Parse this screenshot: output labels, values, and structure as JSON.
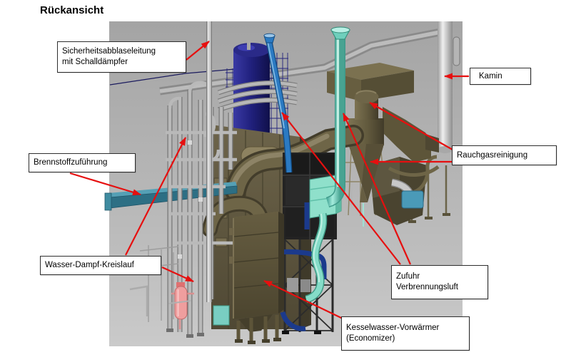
{
  "title": "Rückansicht",
  "annotation_color": "#e60f0f",
  "viewport": {
    "background_top": "#a6a6a6",
    "background_bottom": "#cacaca"
  },
  "labels": {
    "safety_blowoff": {
      "text": "Sicherheitsabblaseleitung\nmit Schalldämpfer"
    },
    "kamin": {
      "text": "Kamin"
    },
    "brennstoff": {
      "text": "Brennstoffzuführung"
    },
    "rauchgas": {
      "text": "Rauchgasreinigung"
    },
    "wasser_dampf": {
      "text": "Wasser-Dampf-Kreislauf"
    },
    "zufuhr_luft": {
      "text": "Zufuhr\nVerbrennungsluft"
    },
    "economizer": {
      "text": "Kesselwasser-Vorwärmer\n(Economizer)"
    }
  },
  "equipment_colors": {
    "silo_navy": "#222280",
    "pipe_blue": "#2b7ac2",
    "pipe_dark_blue": "#1b3a8c",
    "pipe_cyan": "#8fe2d2",
    "structure_khaki": "#6e6547",
    "structure_khaki_dark": "#4a4430",
    "steel_silver": "#b9b9b9",
    "frame_black": "#262626",
    "conveyor_teal": "#2d6f84",
    "vessel_pink": "#ef9e9e",
    "chimney_gray": "#e8e8e8"
  }
}
